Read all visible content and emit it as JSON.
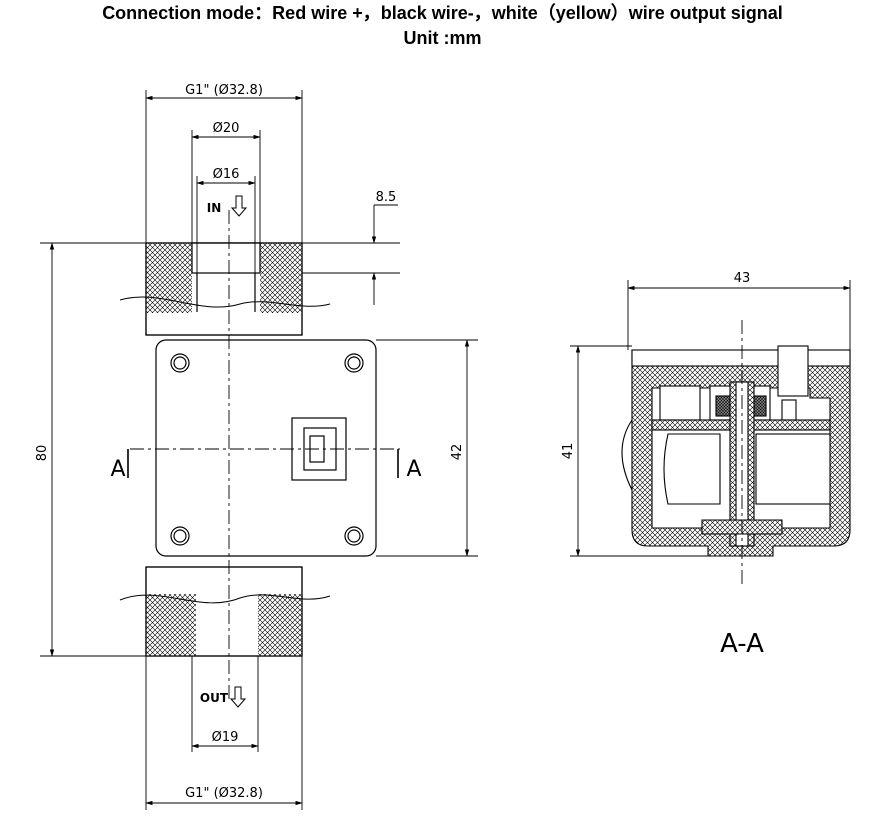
{
  "header": {
    "line1": "Connection mode：Red wire +，black wire-，white（yellow）wire output signal",
    "line2": "Unit :mm"
  },
  "front_view": {
    "top_thread": "G1\" (Ø32.8)",
    "top_bore": "Ø20",
    "inner_bore": "Ø16",
    "thread_depth": "8.5",
    "inlet_label": "IN",
    "outlet_label": "OUT",
    "outlet_bore": "Ø19",
    "bottom_thread": "G1\" (Ø32.8)",
    "total_height": "80",
    "body_height": "42",
    "section_left": "A",
    "section_right": "A"
  },
  "section_view": {
    "width": "43",
    "height": "41",
    "title": "A-A"
  }
}
